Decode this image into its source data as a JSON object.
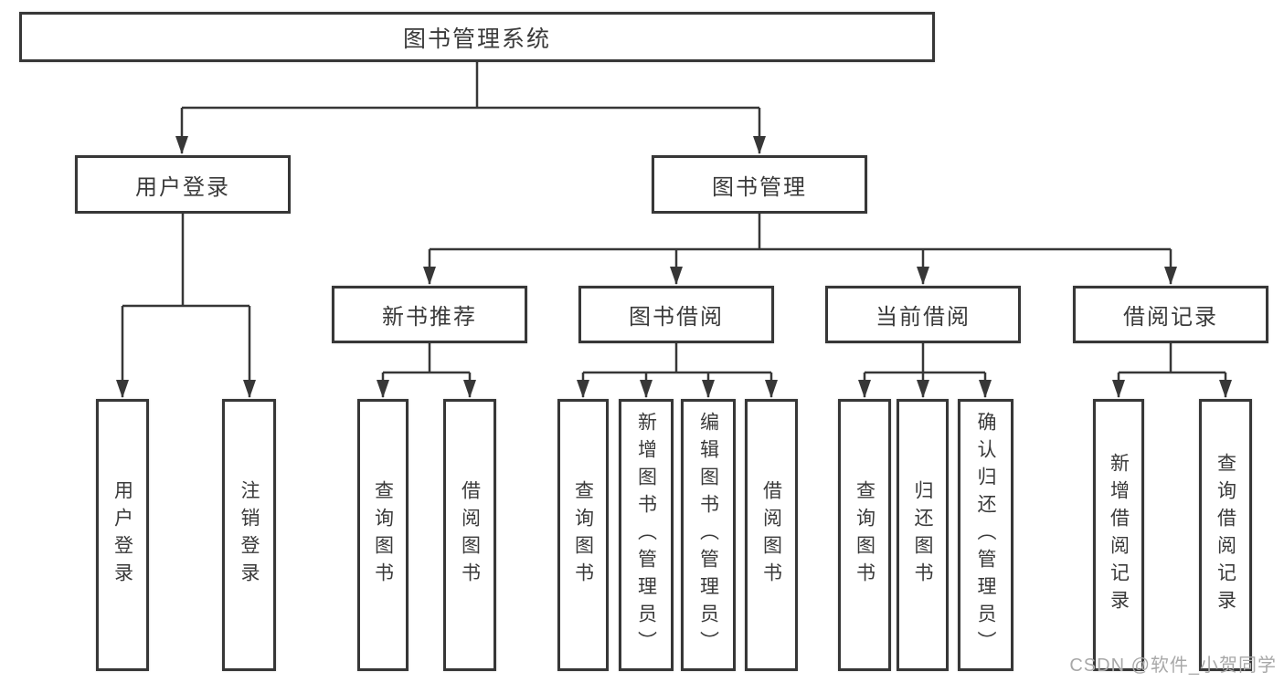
{
  "colors": {
    "line": "#373737",
    "border": "#373737",
    "text": "#3a3a3a",
    "watermark": "#a8a8a8",
    "background": "#ffffff"
  },
  "diagram": {
    "root": "图书管理系统",
    "branches": [
      {
        "label": "用户登录",
        "children": [
          "用户登录",
          "注销登录"
        ]
      },
      {
        "label": "图书管理",
        "children": [
          {
            "label": "新书推荐",
            "children": [
              "查询图书",
              "借阅图书"
            ]
          },
          {
            "label": "图书借阅",
            "children": [
              "查询图书",
              "新增图书（管理员）",
              "编辑图书（管理员）",
              "借阅图书"
            ]
          },
          {
            "label": "当前借阅",
            "children": [
              "查询图书",
              "归还图书",
              "确认归还（管理员）"
            ]
          },
          {
            "label": "借阅记录",
            "children": [
              "新增借阅记录",
              "查询借阅记录"
            ]
          }
        ]
      }
    ]
  },
  "watermark": {
    "text": "CSDN @软件_小贺同学"
  }
}
